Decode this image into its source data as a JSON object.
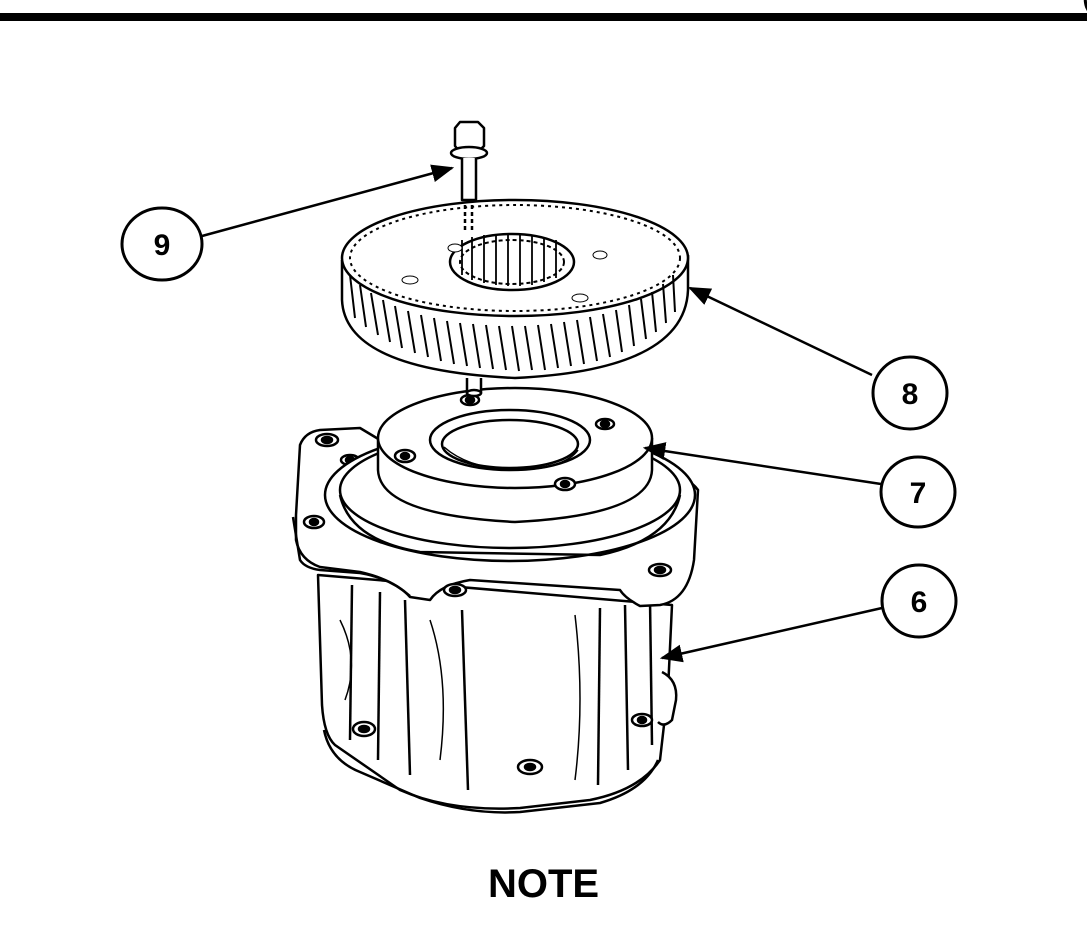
{
  "header": {
    "corner_fragment": "("
  },
  "callouts": [
    {
      "id": "9",
      "part": "bolt"
    },
    {
      "id": "8",
      "part": "gear"
    },
    {
      "id": "7",
      "part": "retainer"
    },
    {
      "id": "6",
      "part": "housing"
    }
  ],
  "note": {
    "heading": "NOTE"
  }
}
